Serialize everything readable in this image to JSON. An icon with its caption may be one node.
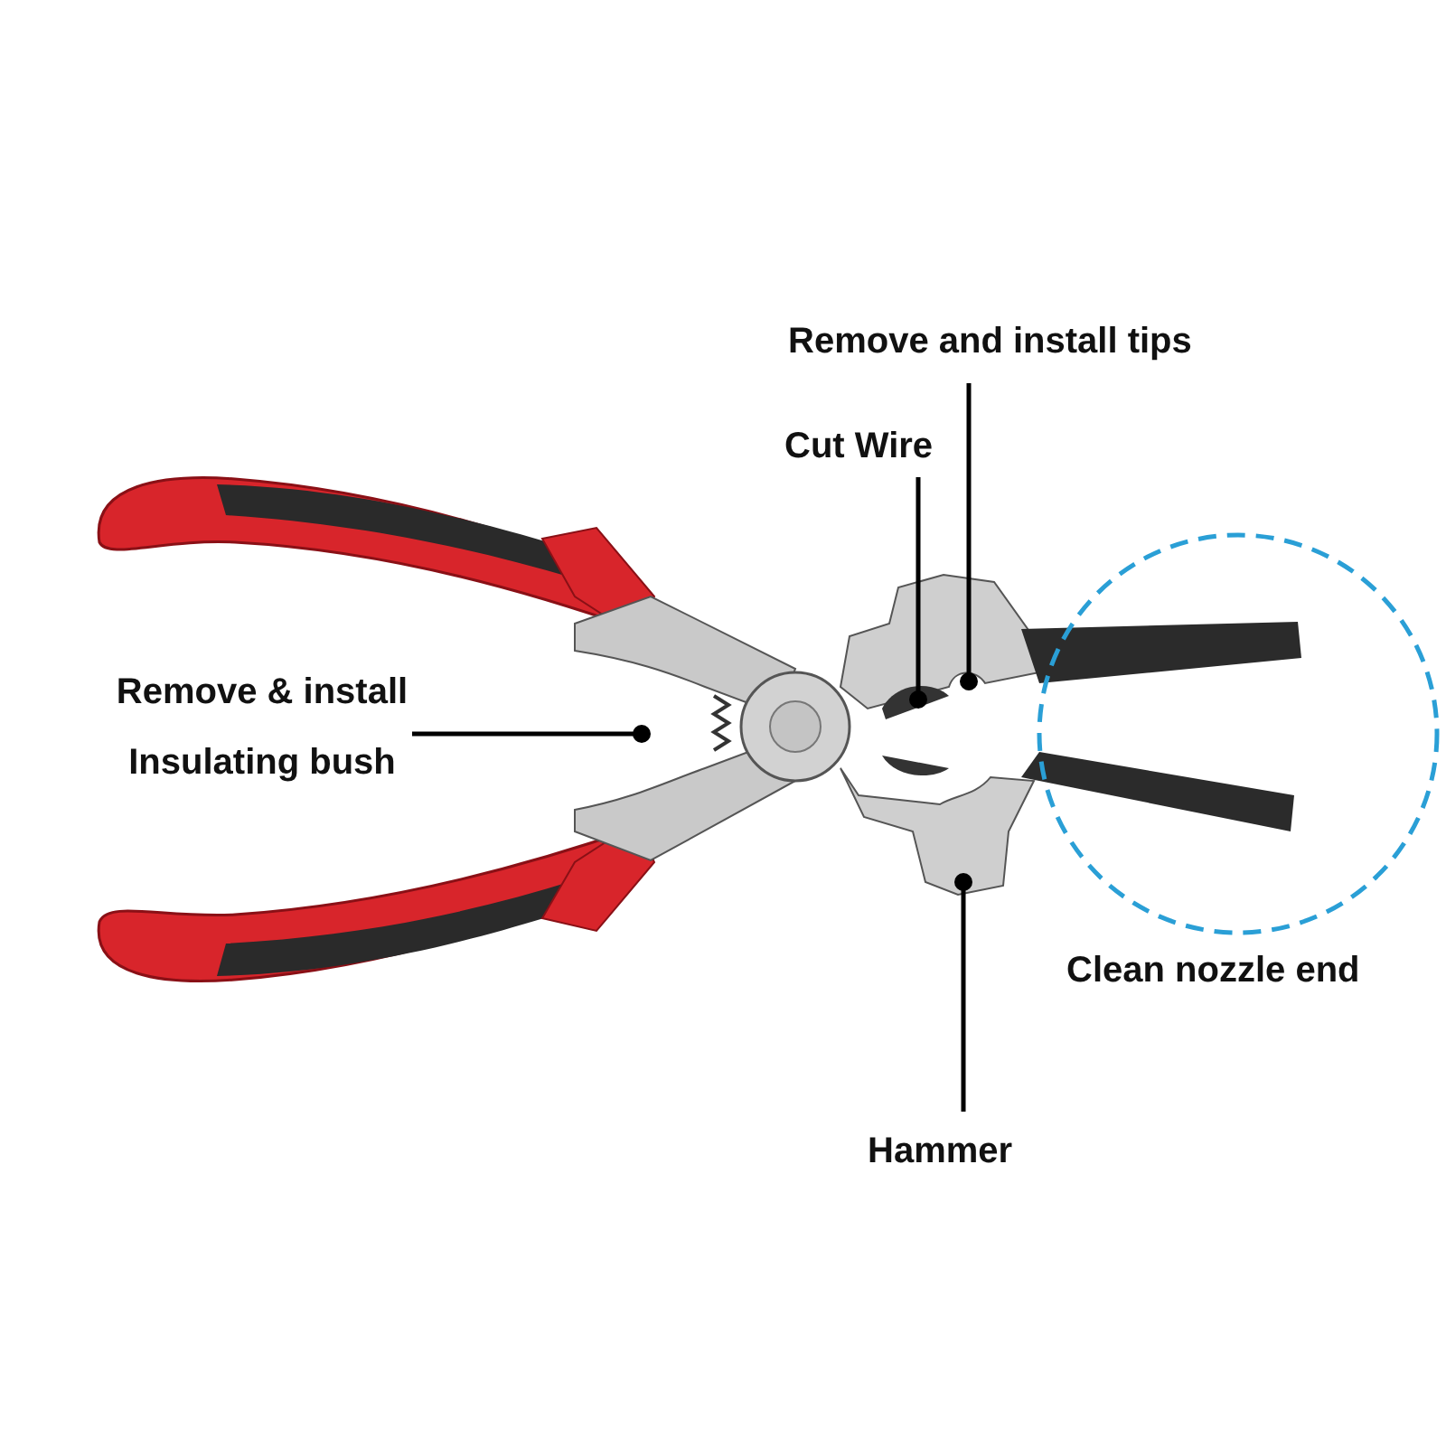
{
  "diagram": {
    "nodes": [
      {
        "text": [
          "Remove & install Insulating bush"
        ]
      },
      {
        "text": [
          "Cut Wire"
        ]
      },
      {
        "text": [
          "Remove and install tips"
        ]
      },
      {
        "text": [
          "Hammer"
        ]
      },
      {
        "text": [],
        "shape": "circle",
        "beside": [
          "Clean nozzle end"
        ]
      }
    ],
    "edges": [
      {
        "from": 0,
        "to": null,
        "arrow": "other"
      },
      {
        "from": 1,
        "to": null,
        "arrow": "other"
      },
      {
        "from": 2,
        "to": null,
        "arrow": "other"
      },
      {
        "from": 3,
        "to": null,
        "arrow": "other"
      }
    ]
  }
}
